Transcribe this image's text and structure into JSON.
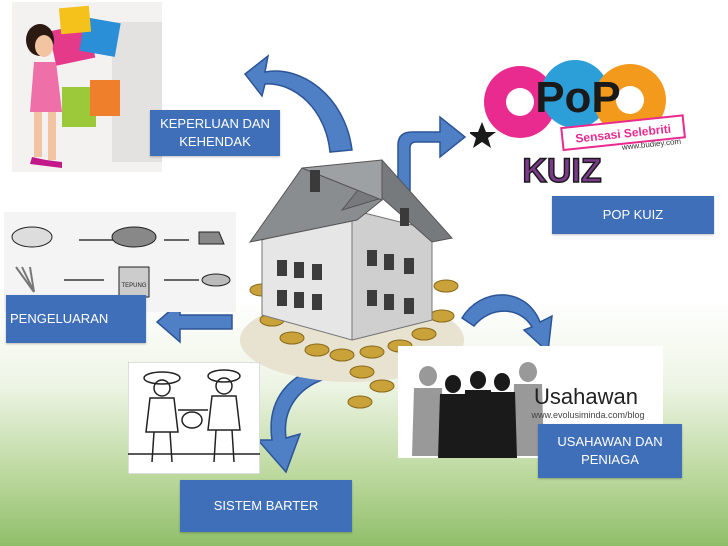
{
  "labels": {
    "keperluan": "KEPERLUAN DAN KEHENDAK",
    "pop_kuiz": "POP KUIZ",
    "pengeluaran": "PENGELUARAN",
    "usahawan": "USAHAWAN DAN PENIAGA",
    "barter": "SISTEM BARTER"
  },
  "images": {
    "popkuiz_pop": "PoP",
    "popkuiz_tag": "Sensasi Selebriti",
    "popkuiz_url": "www.budiey.com",
    "popkuiz_kuiz": "KUIZ",
    "usahawan_word": "Usahawan",
    "usahawan_url": "www.evolusiminda.com/blog",
    "tepung_text": "TEPUNG"
  },
  "colors": {
    "label_bg": "#3f6fb8",
    "arrow_fill": "#4f7fc4",
    "arrow_stroke": "#2c5597",
    "house_roof": "#8a8d90",
    "coin": "#c9a23a",
    "grass": "#8fbe6a"
  },
  "icons": [
    "shopping-woman-icon",
    "house-coins-icon",
    "farm-process-icon",
    "barter-trade-icon",
    "businessmen-icon"
  ]
}
